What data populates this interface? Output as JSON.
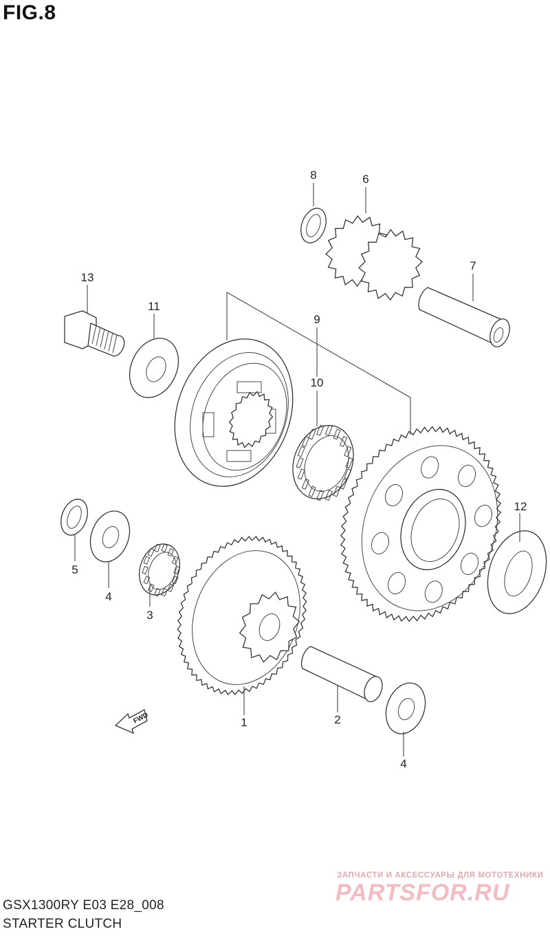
{
  "figure": {
    "title": "FIG.8",
    "model": "GSX1300RY E03 E28_008",
    "caption": "STARTER CLUTCH"
  },
  "direction_marker": {
    "label": "FWD"
  },
  "callouts": [
    {
      "id": "1",
      "label": "1"
    },
    {
      "id": "2",
      "label": "2"
    },
    {
      "id": "3",
      "label": "3"
    },
    {
      "id": "4a",
      "label": "4"
    },
    {
      "id": "4b",
      "label": "4"
    },
    {
      "id": "5",
      "label": "5"
    },
    {
      "id": "6",
      "label": "6"
    },
    {
      "id": "7",
      "label": "7"
    },
    {
      "id": "8",
      "label": "8"
    },
    {
      "id": "9",
      "label": "9"
    },
    {
      "id": "10",
      "label": "10"
    },
    {
      "id": "11",
      "label": "11"
    },
    {
      "id": "12",
      "label": "12"
    },
    {
      "id": "13",
      "label": "13"
    }
  ],
  "watermark": {
    "tagline": "ЗАПЧАСТИ И АКСЕССУАРЫ ДЛЯ МОТОТЕХНИКИ",
    "brand": "PARTSFOR.RU"
  },
  "colors": {
    "line": "#333333",
    "background": "#ffffff",
    "watermark": "#f2bcc0"
  }
}
